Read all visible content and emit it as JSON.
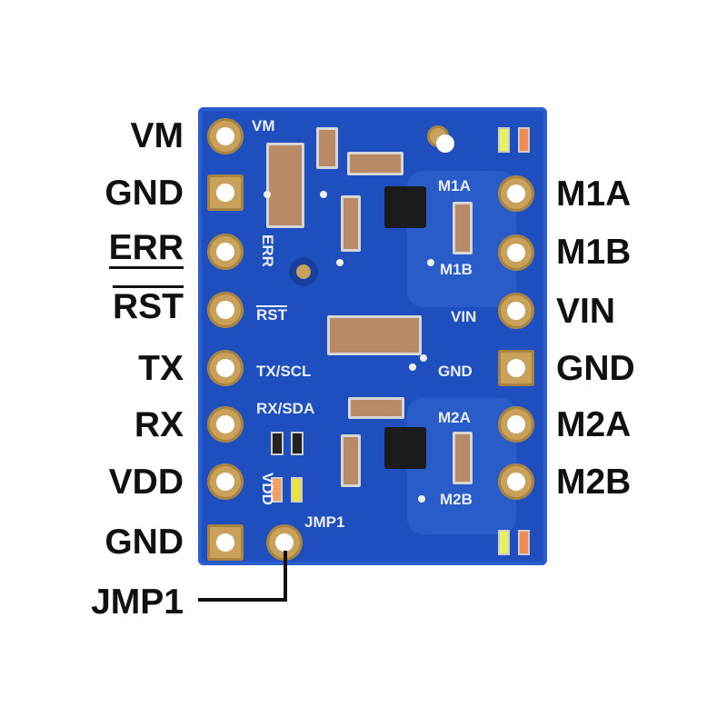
{
  "left_pins": [
    "VM",
    "GND",
    "ERR",
    "RST",
    "TX",
    "RX",
    "VDD",
    "GND"
  ],
  "right_pins": [
    "M1A",
    "M1B",
    "VIN",
    "GND",
    "M2A",
    "M2B"
  ],
  "jumper_label": "JMP1",
  "silkscreen": {
    "vm": "VM",
    "m1a": "M1A",
    "err": "ERR",
    "m1b": "M1B",
    "rst": "RST",
    "vin": "VIN",
    "txscl": "TX/SCL",
    "gnd": "GND",
    "rxsda": "RX/SDA",
    "m2a": "M2A",
    "vdd": "VDD",
    "m2b": "M2B",
    "jmp1": "JMP1"
  },
  "colors": {
    "board": "#1f4fbf",
    "pad": "#c9a15a",
    "text": "#111111"
  }
}
